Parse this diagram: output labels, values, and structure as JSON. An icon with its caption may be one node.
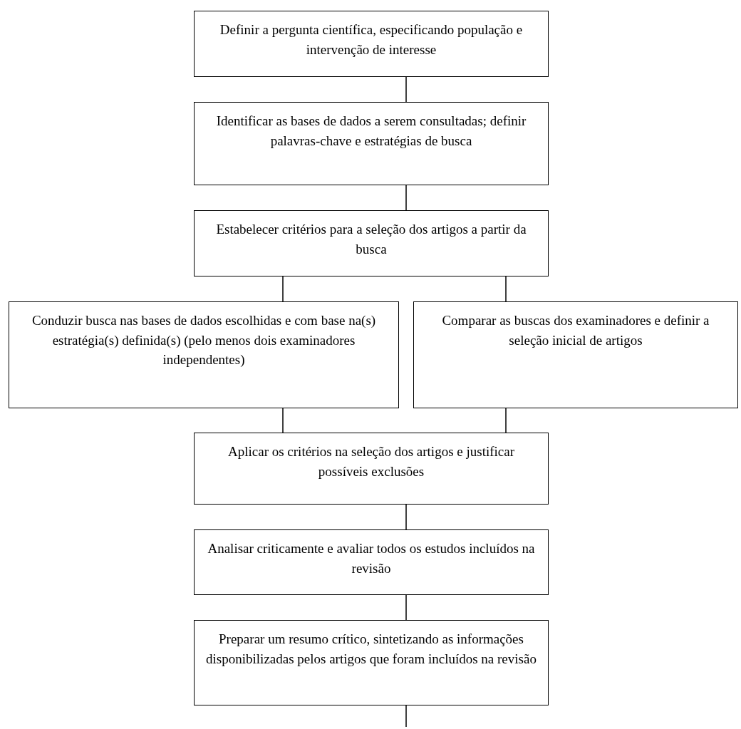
{
  "diagram": {
    "nodes": [
      {
        "text": [
          "Definir a pergunta científica, especificando população e intervenção de interesse"
        ]
      },
      {
        "text": [
          "Identificar as bases de dados a serem consultadas; definir palavras-chave e estratégias de busca"
        ]
      },
      {
        "text": [
          "Estabelecer critérios para a seleção dos artigos a partir da busca"
        ]
      },
      {
        "text": [
          "Conduzir busca nas bases de dados escolhidas e com base na(s) estratégia(s) definida(s) (pelo menos dois examinadores independentes)"
        ]
      },
      {
        "text": [
          "Comparar as buscas dos examinadores e definir a seleção inicial de artigos"
        ]
      },
      {
        "text": [
          "Aplicar os critérios na seleção dos artigos e justificar possíveis exclusões"
        ]
      },
      {
        "text": [
          "Analisar criticamente e avaliar todos os estudos incluídos na revisão"
        ]
      },
      {
        "text": [
          "Preparar um resumo crítico, sintetizando as informações disponibilizadas pelos artigos que foram incluídos na revisão"
        ]
      }
    ],
    "edges": [
      {
        "from": 0,
        "to": 1,
        "arrow": "none"
      },
      {
        "from": 1,
        "to": 2,
        "arrow": "none"
      },
      {
        "from": 2,
        "to": 3,
        "arrow": "none"
      },
      {
        "from": 2,
        "to": 4,
        "arrow": "none"
      },
      {
        "from": 3,
        "to": 5,
        "arrow": "none"
      },
      {
        "from": 4,
        "to": 5,
        "arrow": "none"
      },
      {
        "from": 5,
        "to": 6,
        "arrow": "none"
      },
      {
        "from": 6,
        "to": 7,
        "arrow": "none"
      },
      {
        "from": 7,
        "to": null,
        "arrow": "none"
      }
    ]
  }
}
